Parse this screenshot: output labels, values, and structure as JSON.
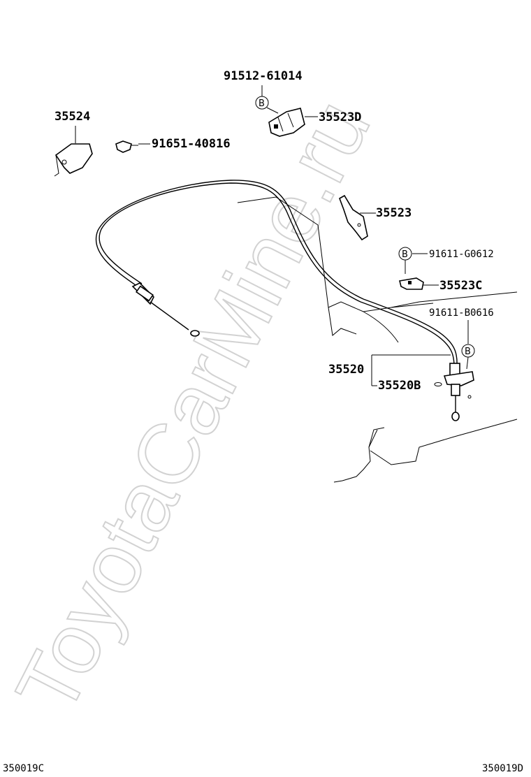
{
  "watermark": "ToyotaCarMine.ru",
  "parts": {
    "p91512": "91512-61014",
    "p35524": "35524",
    "p35523D": "35523D",
    "p91651": "91651-40816",
    "p35523": "35523",
    "p91611G": "91611-G0612",
    "p35523C": "35523C",
    "p91611B": "91611-B0616",
    "p35520": "35520",
    "p35520B": "35520B"
  },
  "bolt_marker": "B",
  "codes": {
    "left": "350019C",
    "right": "350019D"
  }
}
